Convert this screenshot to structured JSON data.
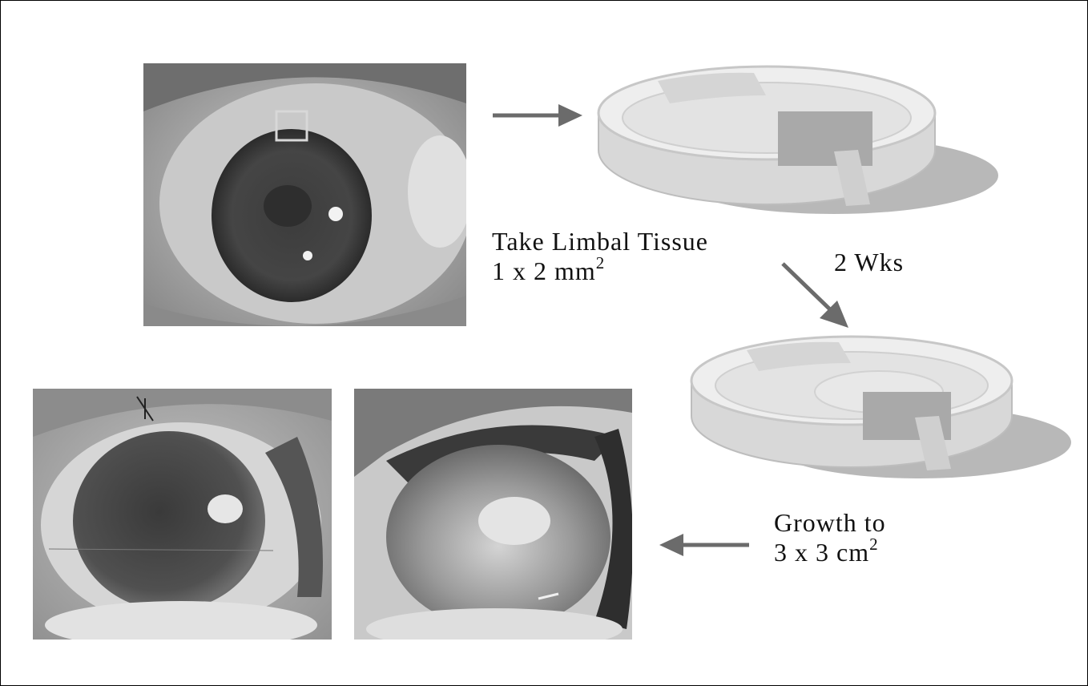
{
  "steps": {
    "take": {
      "line1": "Take Limbal Tissue",
      "line2_base": "1 x 2  mm",
      "line2_exp": "2"
    },
    "culture": {
      "duration": "2 Wks"
    },
    "growth": {
      "line1": "Growth to",
      "line2_base": "3 x 3  cm",
      "line2_exp": "2"
    }
  },
  "colors": {
    "arrow": "#6b6b6b",
    "frame": "#000000"
  }
}
